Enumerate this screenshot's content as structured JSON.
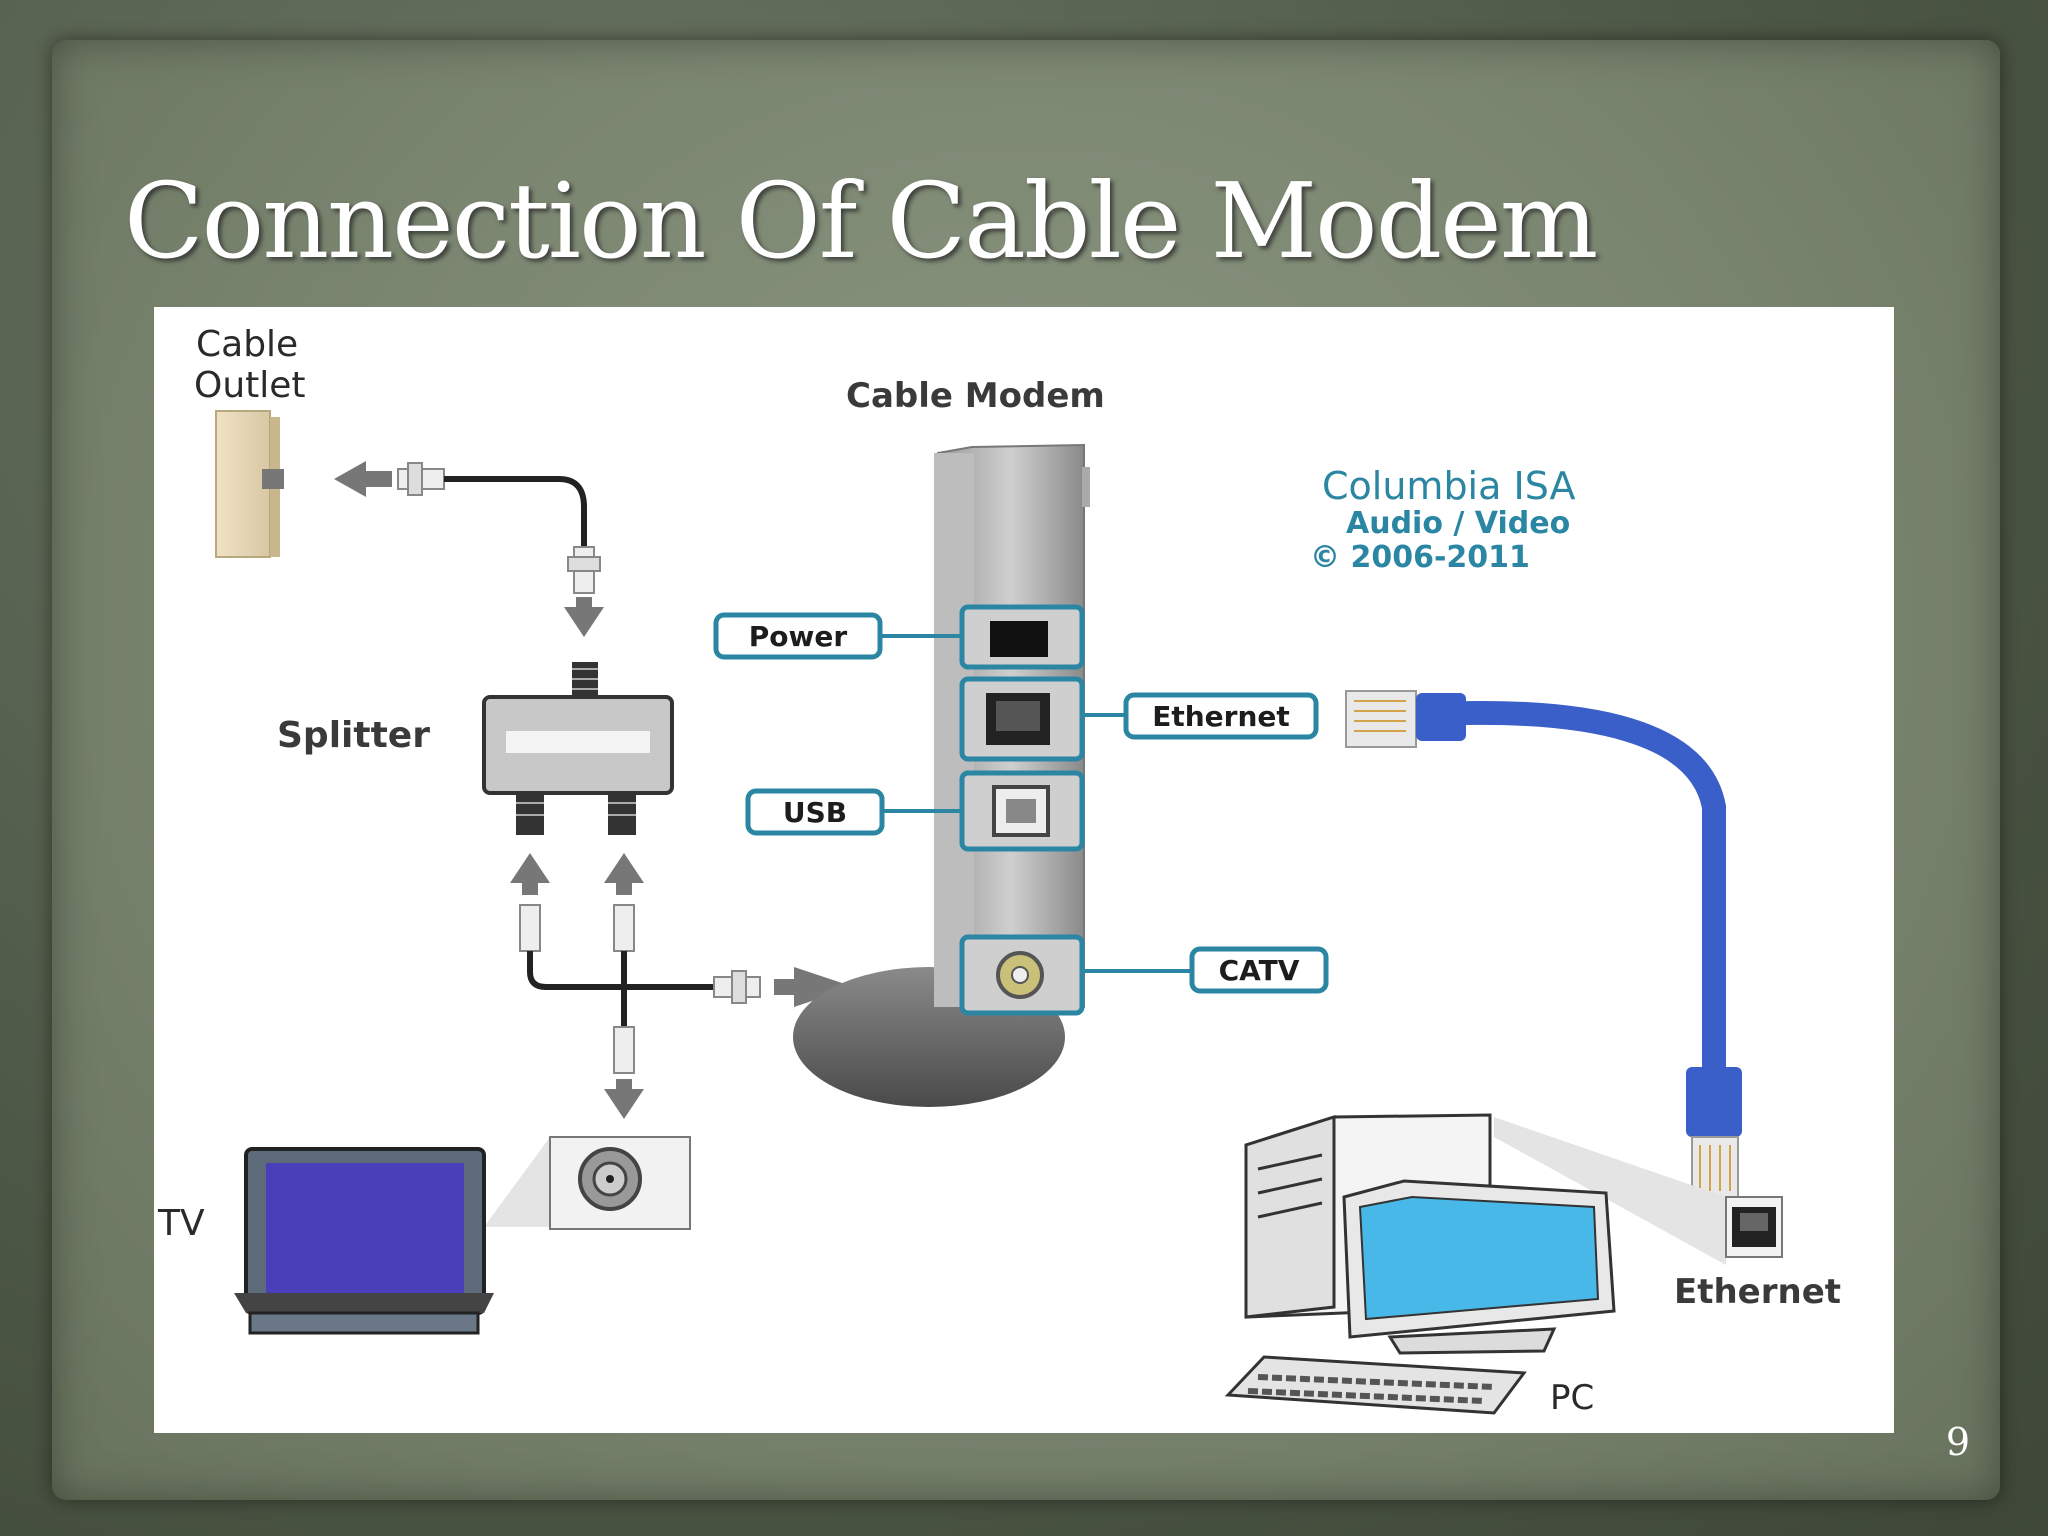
{
  "slide": {
    "title": "Connection Of Cable Modem",
    "page_number": "9"
  },
  "diagram": {
    "labels": {
      "cable_outlet_line1": "Cable",
      "cable_outlet_line2": "Outlet",
      "cable_modem": "Cable Modem",
      "splitter": "Splitter",
      "tv": "TV",
      "pc": "PC",
      "ethernet_pc": "Ethernet"
    },
    "ports": {
      "power": "Power",
      "ethernet": "Ethernet",
      "usb": "USB",
      "catv": "CATV"
    },
    "credit": {
      "line1": "Columbia ISA",
      "line2": "Audio / Video",
      "line3": "© 2006-2011"
    },
    "colors": {
      "accent": "#2a86a3",
      "cable_blue": "#3a5fc8",
      "screen_blue": "#48b8e8"
    },
    "icons": [
      "wall-outlet-icon",
      "coax-connector-icon",
      "splitter-icon",
      "cable-modem-icon",
      "rj45-plug-icon",
      "tv-icon",
      "pc-tower-icon",
      "monitor-icon",
      "keyboard-icon",
      "ethernet-port-icon",
      "arrow-icon"
    ]
  }
}
